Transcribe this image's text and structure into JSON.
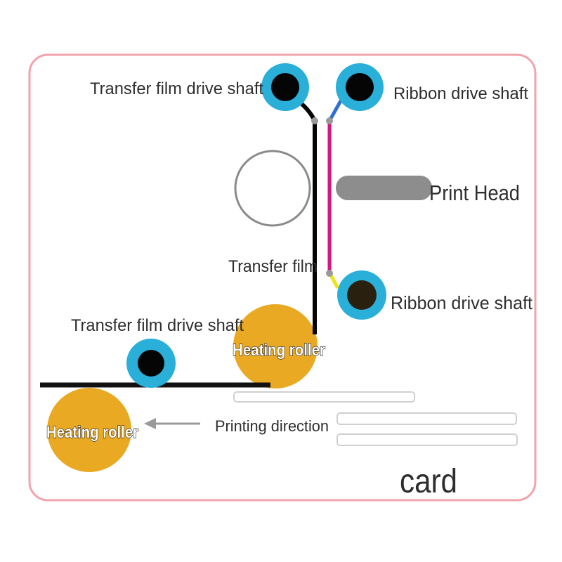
{
  "colors": {
    "frame": "#f2a3ab",
    "shaft_outer": "#2aafd9",
    "shaft_inner": "#050505",
    "heating_roller": "#e9a923",
    "ribbon": "#d6157f",
    "ribbon_blue": "#2f6fd0",
    "ribbon_yellow": "#f2e21a",
    "film": "#050505",
    "print_head": "#8d8d8d"
  },
  "labels": {
    "transfer_film_drive_shaft_top": "Transfer film drive shaft",
    "ribbon_drive_shaft_top": "Ribbon drive shaft",
    "print_head": "Print Head",
    "transfer_film": "Transfer film",
    "ribbon_drive_shaft_bottom": "Ribbon drive shaft",
    "transfer_film_drive_shaft_bottom": "Transfer film drive shaft",
    "heating_roller_upper": "Heating roller",
    "heating_roller_lower": "Heating roller",
    "printing_direction": "Printing direction",
    "card": "card"
  }
}
